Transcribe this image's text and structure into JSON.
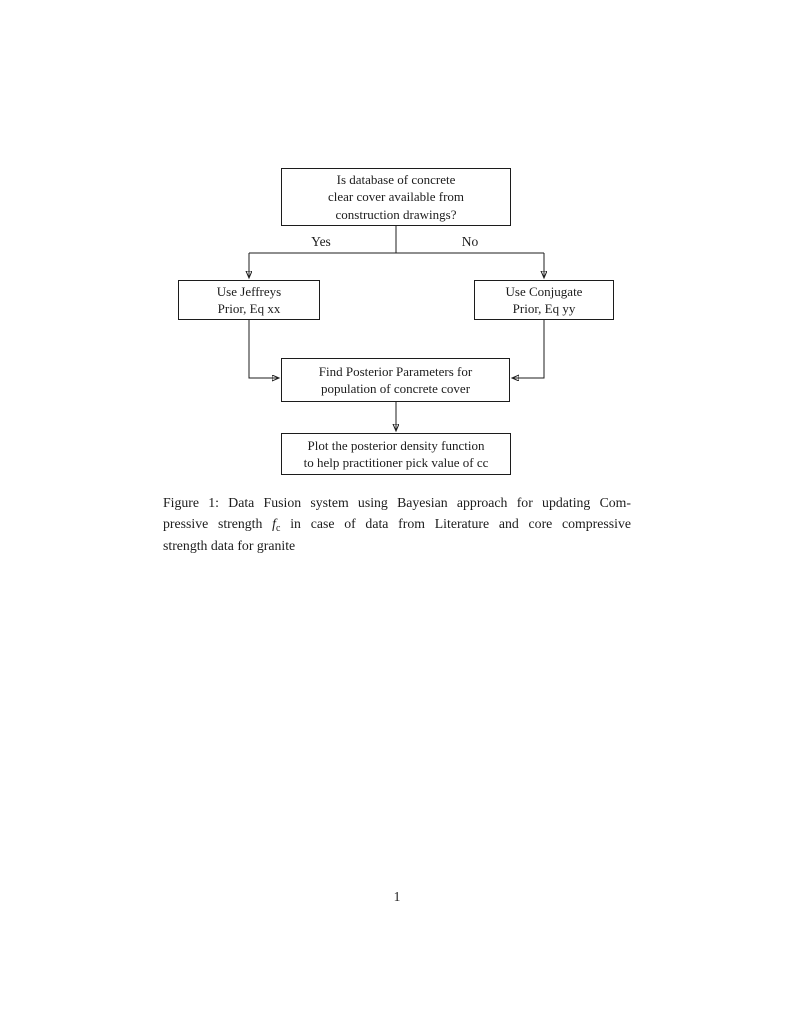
{
  "page": {
    "number": "1"
  },
  "flowchart": {
    "nodes": {
      "decision": {
        "lines": [
          "Is database of concrete",
          "clear cover available from",
          "construction drawings?"
        ]
      },
      "jeffreys": {
        "lines": [
          "Use Jeffreys",
          "Prior, Eq xx"
        ]
      },
      "conjugate": {
        "lines": [
          "Use Conjugate",
          "Prior, Eq yy"
        ]
      },
      "posterior": {
        "lines": [
          "Find Posterior Parameters for",
          "population of concrete cover"
        ]
      },
      "plot": {
        "lines": [
          "Plot the posterior density function",
          "to help practitioner pick value of cc"
        ]
      }
    },
    "edge_labels": {
      "yes": "Yes",
      "no": "No"
    },
    "line_color": "#1c1c1c"
  },
  "caption": {
    "line1": "Figure 1: Data Fusion system using Bayesian approach for updating Com-",
    "line2_pre": "pressive strength ",
    "line2_math_f": "f",
    "line2_math_sub": "c",
    "line2_post": " in case of data from Literature and core compressive",
    "line3": "strength data for granite"
  }
}
